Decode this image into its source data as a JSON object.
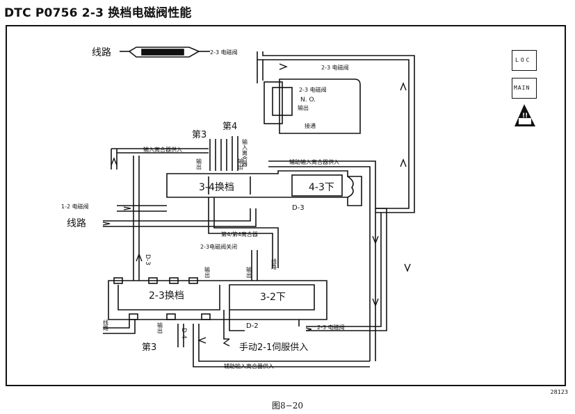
{
  "title": "DTC P0756 2-3 换档电磁阀性能",
  "figure_caption": "图8−20",
  "figure_code": "28123",
  "badges": {
    "loc": "LOC",
    "main": "MAIN",
    "warning": "!!"
  },
  "labels": {
    "line_top": "线路",
    "solenoid_23_top": "2-3  电磁阀",
    "solenoid_23_right": "2-3  电磁阀",
    "solenoid_box_title": "2-3  电磁阀",
    "solenoid_box_no": "N. O.",
    "solenoid_box_out": "输出",
    "solenoid_box_connect": "接通",
    "third": "第3",
    "fourth": "第4",
    "input_clutch_supply": "输入离合器供入",
    "input_clutch_vert": "输入离合器",
    "aux_input_supply_top": "辅助输入离合器供入",
    "out_34_left": "输出",
    "out_34_right": "输出",
    "valve_34": "3-4换档",
    "valve_43": "4-3下",
    "d3": "D-3",
    "solenoid_12": "1-2 电磁阀",
    "line_mid": "线路",
    "clutch_34": "第4/第4离合器",
    "solenoid_23_off": "2-3电磁阀关闭",
    "line_vert_right": "线路",
    "d3_vert": "D-3",
    "out_23_top": "输出",
    "out_23_top2": "输出",
    "valve_23": "2-3换档",
    "valve_32": "3-2下",
    "line_vert_left": "线路",
    "out_23_bottom": "输出",
    "d4_vert": "D-4",
    "d2": "D-2",
    "solenoid_23_bottom": "2-3  电磁阀",
    "third_bottom": "第3",
    "manual_21_servo": "手动2-1伺服供入",
    "aux_input_supply_bottom": "辅助输入离合器供入"
  }
}
